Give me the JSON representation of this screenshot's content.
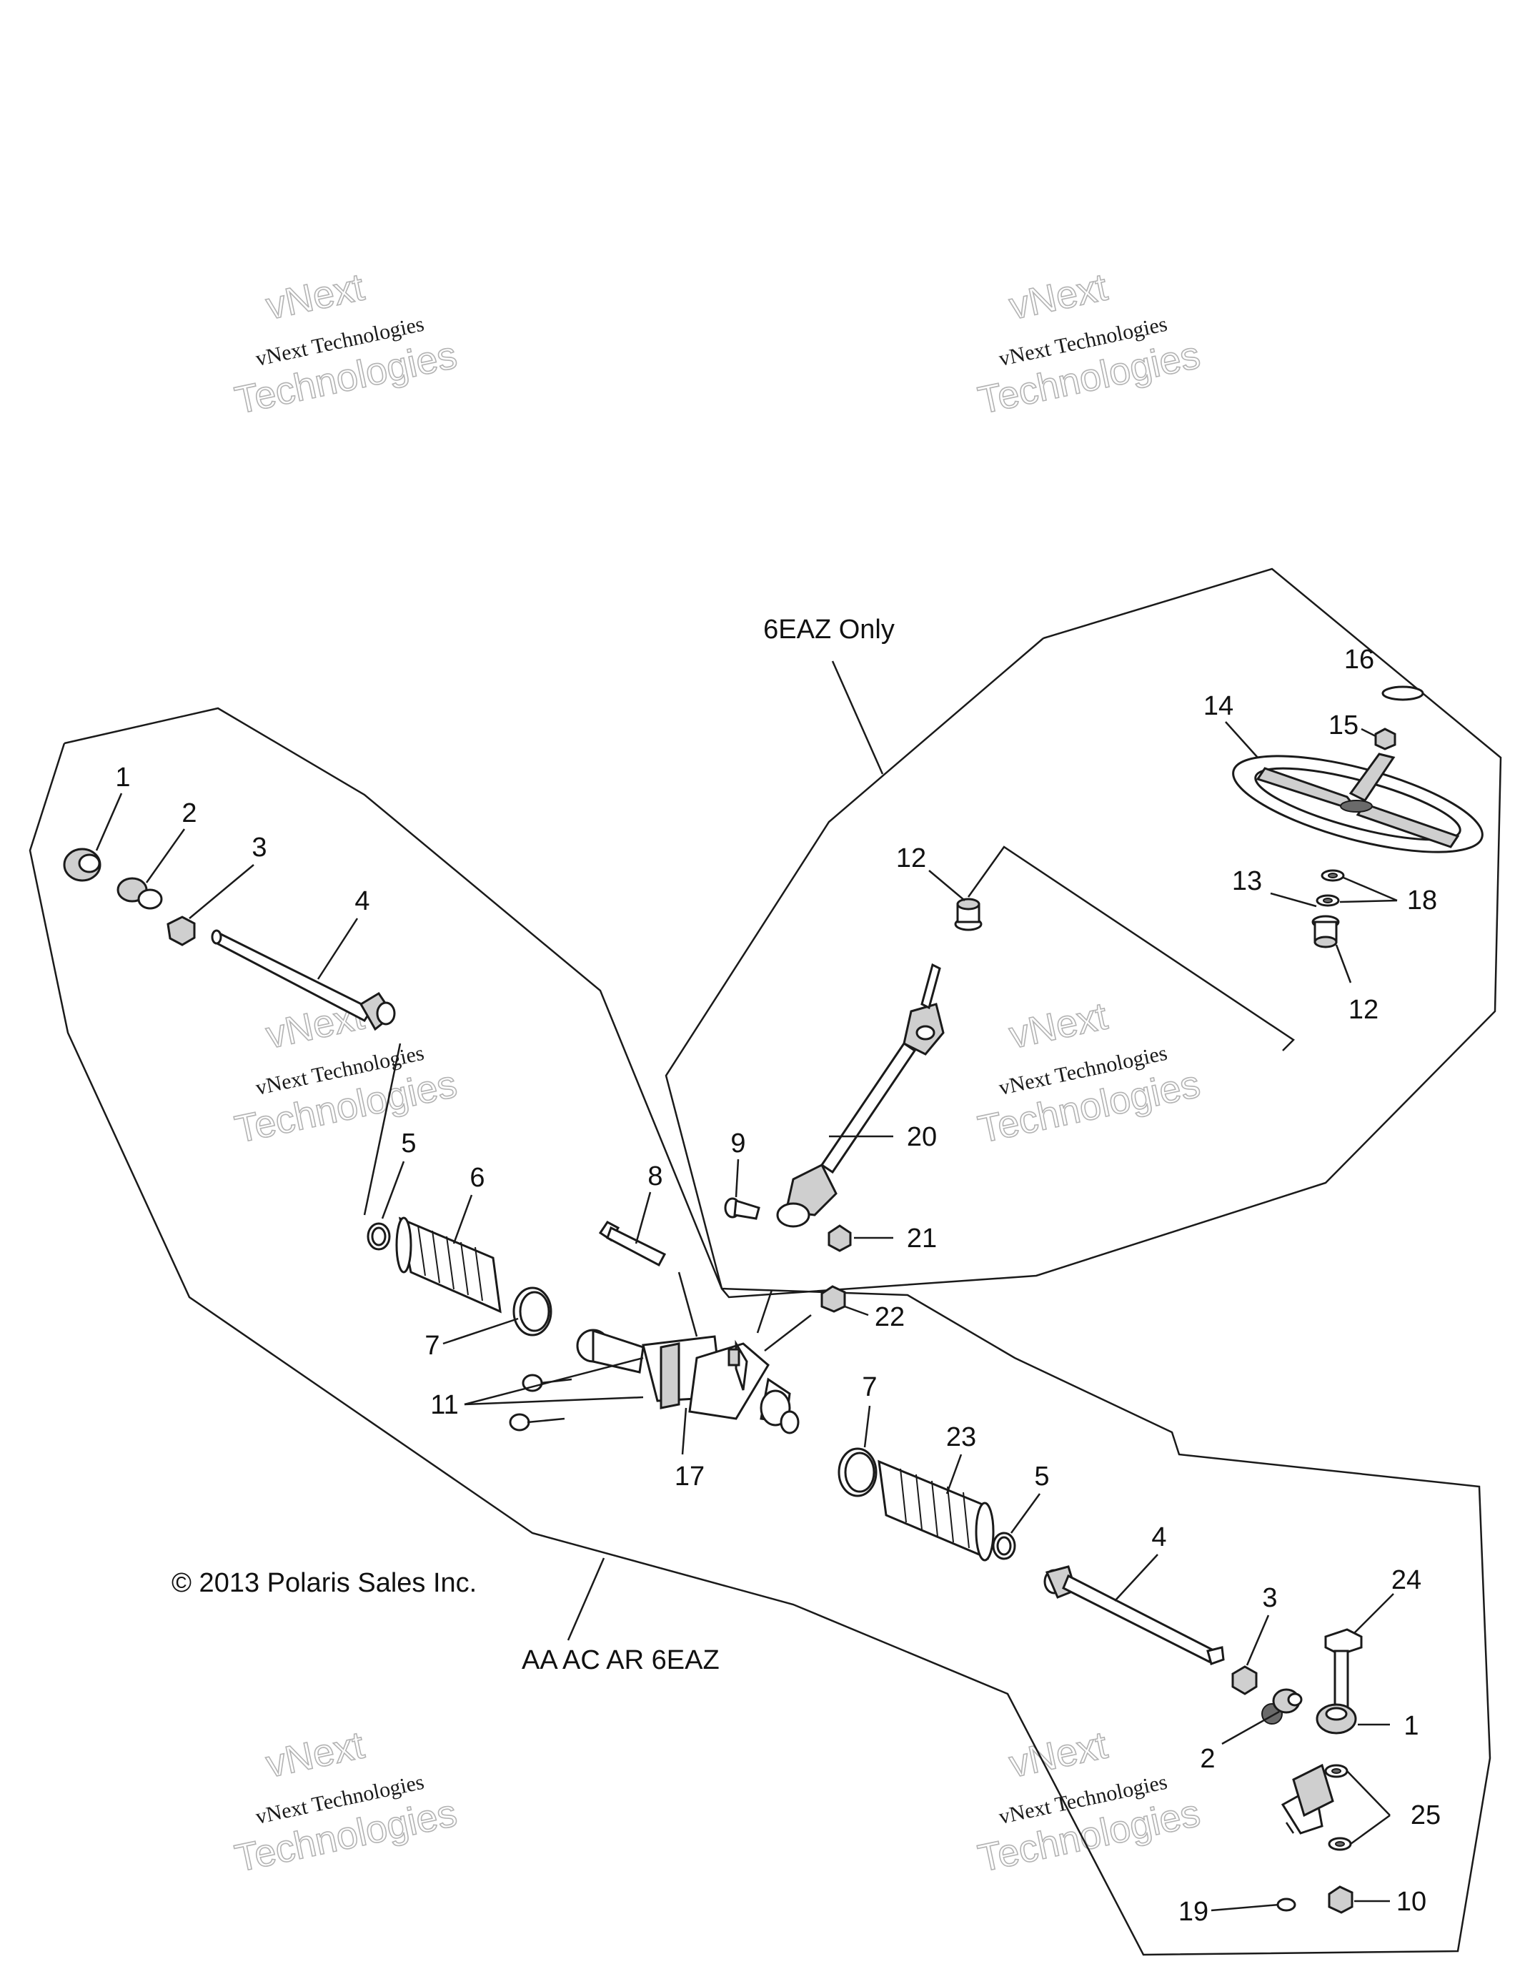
{
  "group_labels": {
    "upper_group": "6EAZ Only",
    "lower_group": "AA AC AR 6EAZ"
  },
  "copyright": "© 2013 Polaris Sales Inc.",
  "watermark": {
    "top_line": "vNext",
    "middle_line": "vNext Technologies",
    "bottom_line": "Technologies"
  },
  "callouts": {
    "c1a": "1",
    "c2a": "2",
    "c3a": "3",
    "c4a": "4",
    "c5a": "5",
    "c6": "6",
    "c7a": "7",
    "c8": "8",
    "c9": "9",
    "c11": "11",
    "c17": "17",
    "c20": "20",
    "c21": "21",
    "c22": "22",
    "c7b": "7",
    "c23": "23",
    "c5b": "5",
    "c4b": "4",
    "c3b": "3",
    "c24": "24",
    "c2b": "2",
    "c1b": "1",
    "c25": "25",
    "c19": "19",
    "c10": "10",
    "c16": "16",
    "c14": "14",
    "c15": "15",
    "c12a": "12",
    "c13": "13",
    "c18": "18",
    "c12b": "12"
  }
}
